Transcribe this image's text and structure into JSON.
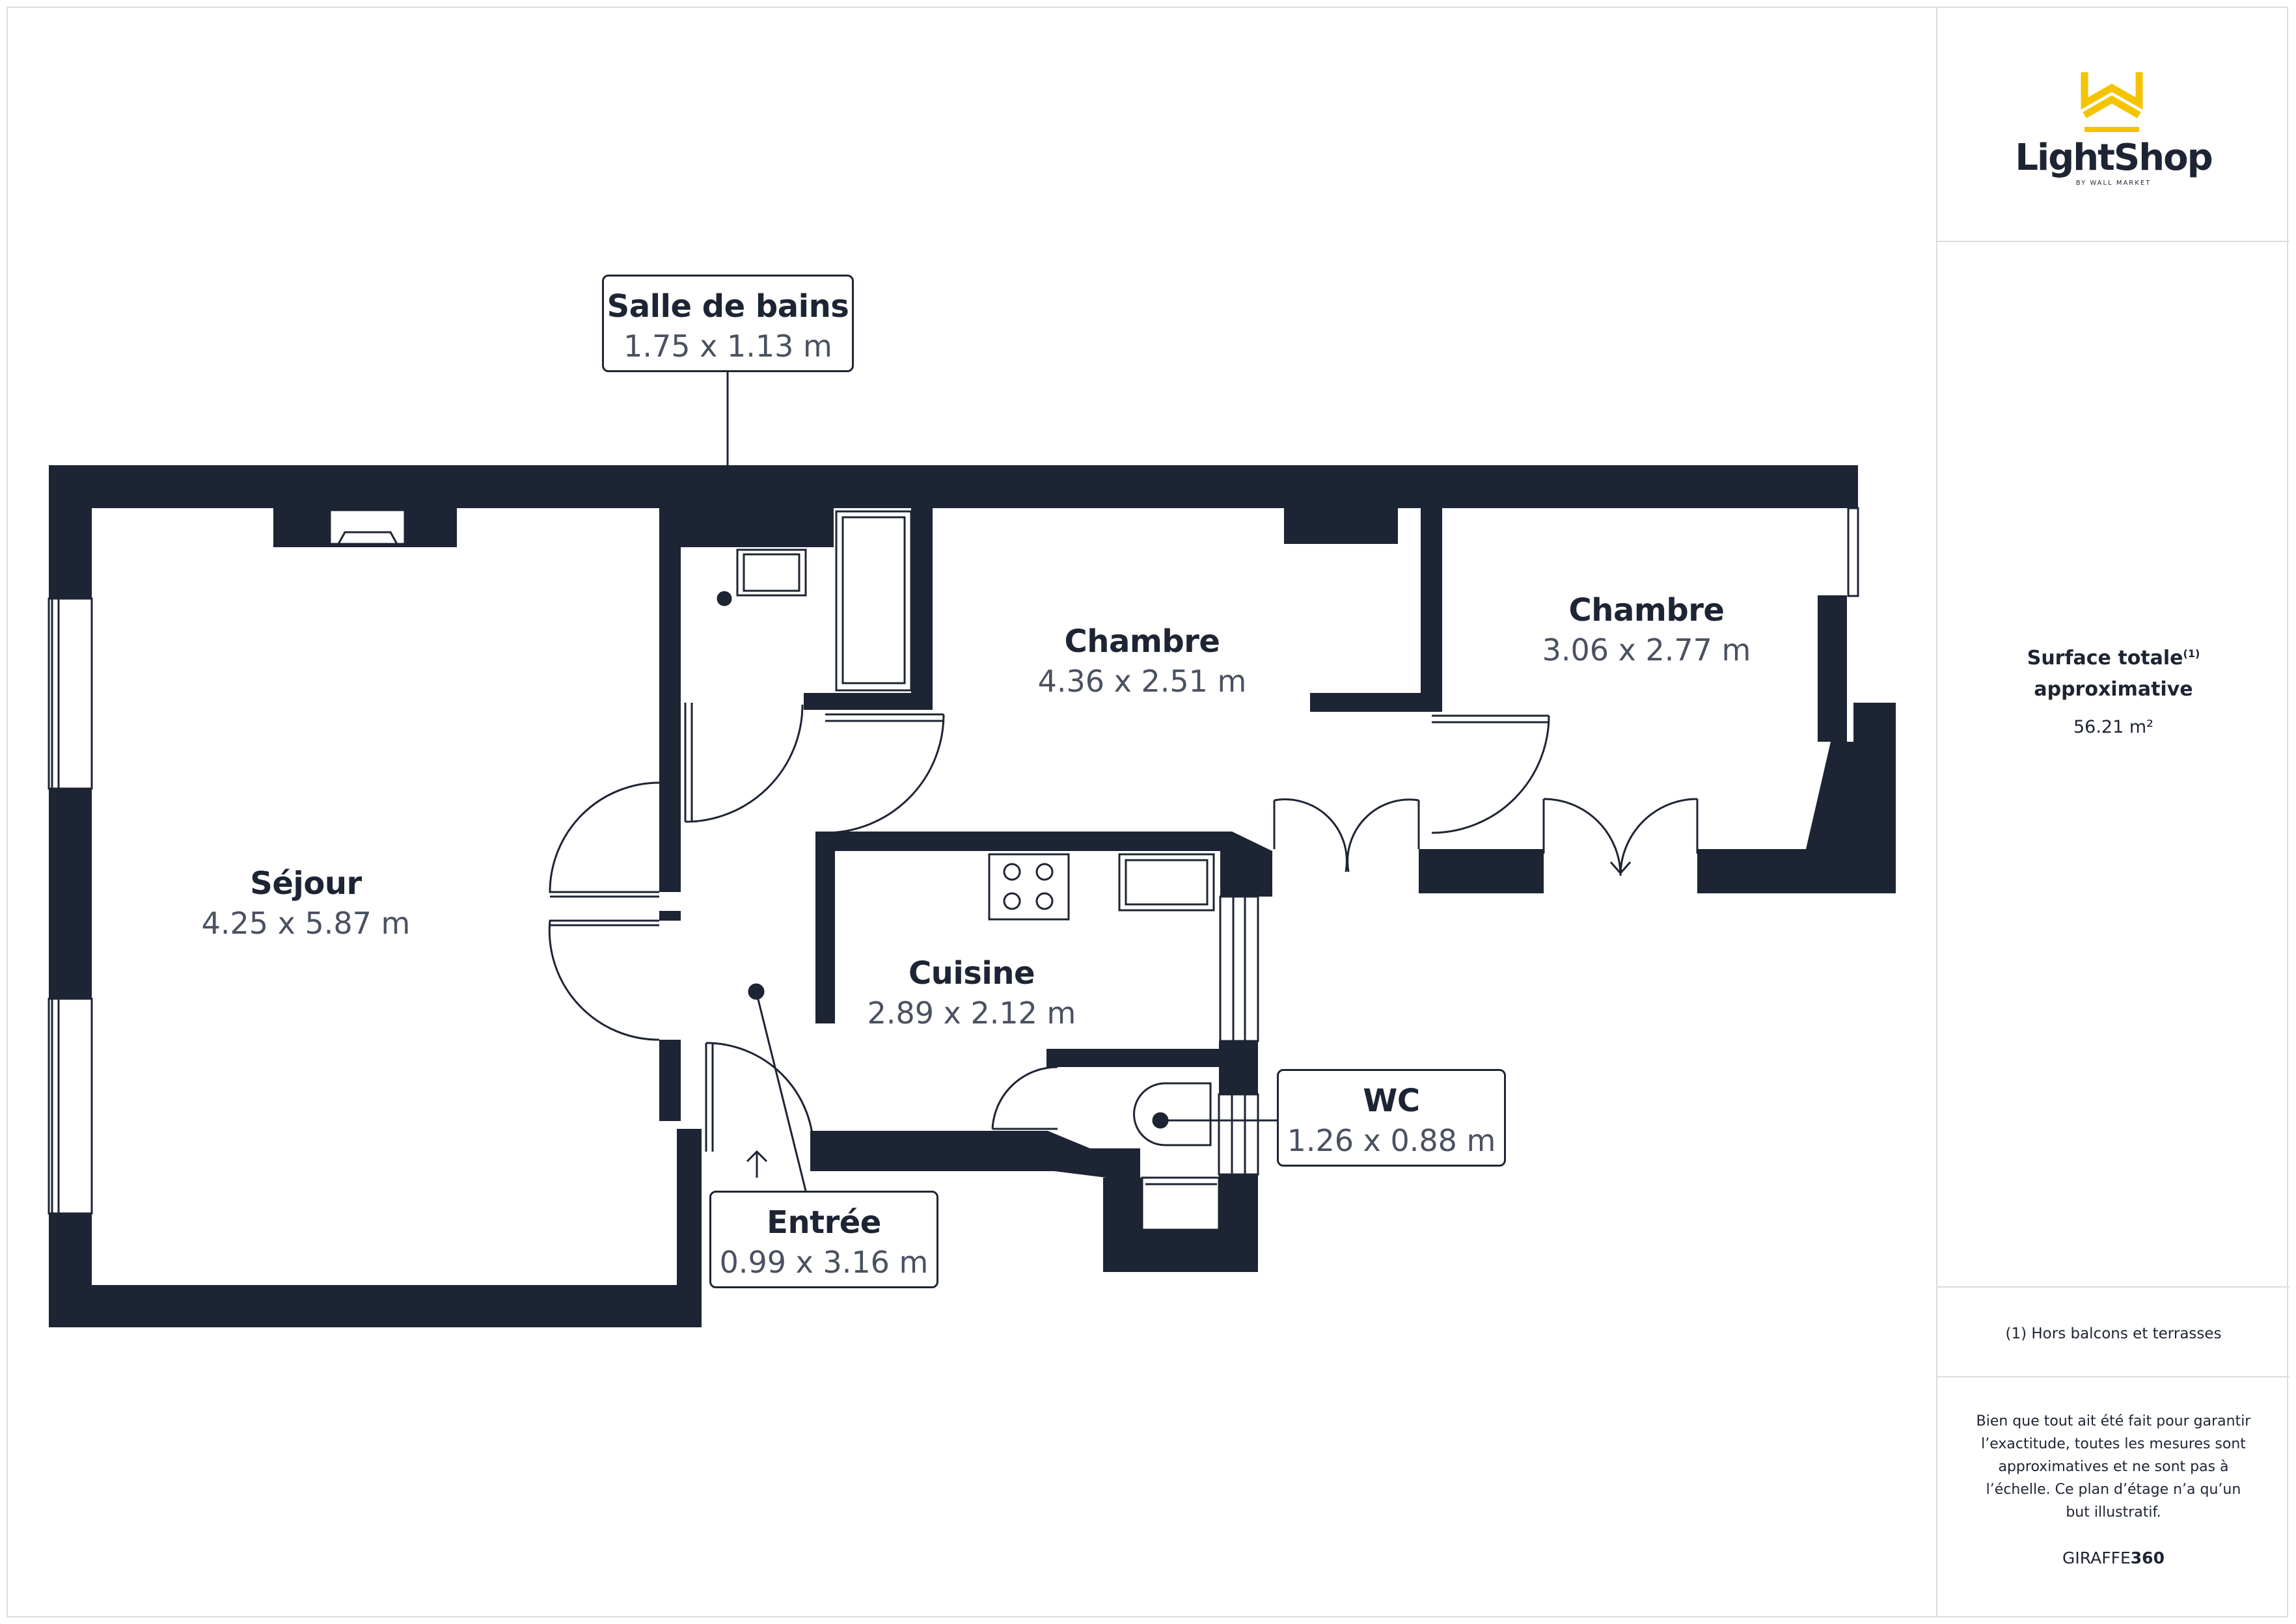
{
  "brand": {
    "name": "LightShop",
    "subtitle": "BY WALL MARKET",
    "accent_color": "#f5c400"
  },
  "summary": {
    "title": "Surface totale",
    "superscript": "(1)",
    "title_line2": "approximative",
    "area": "56.21 m²"
  },
  "footnote": "(1) Hors balcons et terrasses",
  "disclaimer": [
    "Bien que tout ait été fait pour garantir",
    "l’exactitude, toutes les mesures sont",
    "approximatives et ne sont pas à",
    "l’échelle. Ce plan d’étage n’a qu’un",
    "but illustratif."
  ],
  "credit": {
    "prefix": "GIRAFFE",
    "suffix": "360"
  },
  "colors": {
    "wall": "#1d2433",
    "text": "#1d2433",
    "dim_text": "#4a5160",
    "border": "#dcdcdc"
  },
  "rooms": {
    "salle_de_bains": {
      "name": "Salle de bains",
      "dims": "1.75 x 1.13 m"
    },
    "chambre_1": {
      "name": "Chambre",
      "dims": "4.36 x 2.51 m"
    },
    "chambre_2": {
      "name": "Chambre",
      "dims": "3.06 x 2.77 m"
    },
    "sejour": {
      "name": "Séjour",
      "dims": "4.25 x 5.87 m"
    },
    "cuisine": {
      "name": "Cuisine",
      "dims": "2.89 x 2.12 m"
    },
    "wc": {
      "name": "WC",
      "dims": "1.26 x 0.88 m"
    },
    "entree": {
      "name": "Entrée",
      "dims": "0.99 x 3.16 m"
    }
  }
}
